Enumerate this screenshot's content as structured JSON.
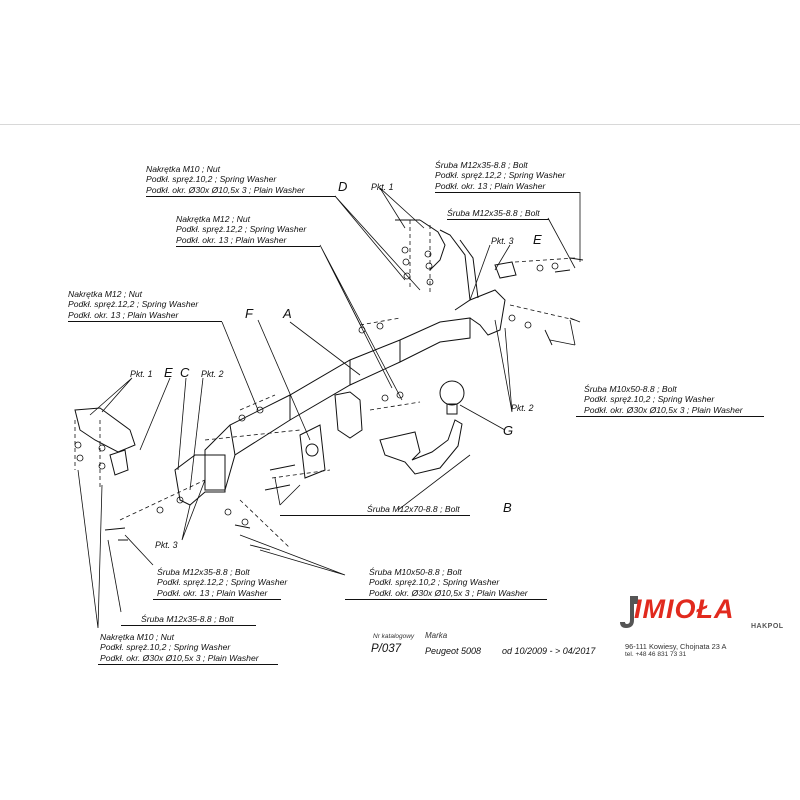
{
  "labels": {
    "top_left_nut": [
      "Nakrętka  M10 ; Nut",
      "Podkł. spręż.10,2 ; Spring Washer",
      "Podkł. okr.  Ø30x Ø10,5x 3 ; Plain Washer"
    ],
    "mid_left_nut": [
      "Nakrętka  M12 ; Nut",
      "Podkł. spręż.12,2 ; Spring Washer",
      "Podkł. okr. 13 ; Plain Washer"
    ],
    "left_nut": [
      "Nakrętka  M12 ; Nut",
      "Podkł. spręż.12,2 ; Spring Washer",
      "Podkł. okr. 13 ; Plain Washer"
    ],
    "top_right_bolt": [
      "Śruba M12x35-8.8 ;  Bolt",
      "Podkł. spręż.12,2 ; Spring Washer",
      "Podkł. okr. 13 ; Plain Washer"
    ],
    "right_bolt_single": [
      "Śruba M12x35-8.8 ;  Bolt"
    ],
    "right_m10_bolt": [
      "Śruba M10x50-8.8 ;  Bolt",
      "Podkł. spręż.10,2 ; Spring Washer",
      "Podkł. okr.  Ø30x Ø10,5x 3 ; Plain Washer"
    ],
    "m12x70_bolt": [
      "Śruba M12x70-8.8 ;  Bolt"
    ],
    "bottom_left_bolt": [
      "Śruba M12x35-8.8 ;  Bolt",
      "Podkł. spręż.12,2 ; Spring Washer",
      "Podkł. okr. 13 ; Plain Washer"
    ],
    "bottom_left_single": [
      "Śruba M12x35-8.8 ;  Bolt"
    ],
    "bottom_mid_bolt": [
      "Śruba M10x50-8.8 ;  Bolt",
      "Podkł. spręż.10,2 ; Spring Washer",
      "Podkł. okr.  Ø30x Ø10,5x 3 ; Plain Washer"
    ],
    "bottom_nut": [
      "Nakrętka  M10 ; Nut",
      "Podkł. spręż.10,2 ; Spring Washer",
      "Podkł. okr.  Ø30x Ø10,5x 3 ; Plain Washer"
    ]
  },
  "letters": {
    "A": "A",
    "B": "B",
    "C": "C",
    "D": "D",
    "E_top": "E",
    "E_left": "E",
    "F": "F",
    "G": "G"
  },
  "points": {
    "pkt1_top": "Pkt. 1",
    "pkt3_top": "Pkt. 3",
    "pkt1_left": "Pkt. 1",
    "pkt2_left": "Pkt. 2",
    "pkt2_right": "Pkt. 2",
    "pkt3_bottom": "Pkt. 3"
  },
  "catalog": {
    "nr_label": "Nr katalogowy",
    "marka_label": "Marka",
    "number": "P/037",
    "brand": "Peugeot 5008",
    "years": "od 10/2009 - > 04/2017"
  },
  "company": {
    "name": "IMIOŁA",
    "sub": "HAKPOL",
    "address": "96-111 Kowiesy, Chojnata 23 A",
    "phone": "tel. +48 46 831 73 31",
    "brand_color": "#e12a1e"
  }
}
